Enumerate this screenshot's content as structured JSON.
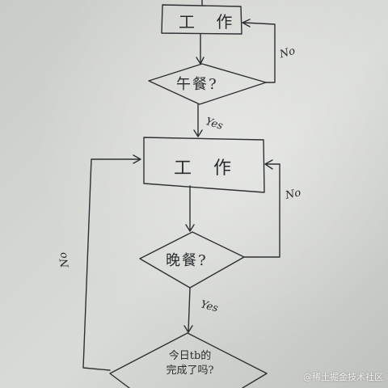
{
  "flowchart": {
    "work1_label": "工 作",
    "lunch_question": "午餐?",
    "lunch_no_label": "No",
    "lunch_yes_label": "Yes",
    "work2_label": "工 作",
    "dinner_question": "晚餐?",
    "dinner_no_label": "No",
    "dinner_yes_label": "Yes",
    "today_line1": "今日tb的",
    "today_line2": "完成了吗?",
    "loop_no_label": "No"
  },
  "watermark": "@稀土掘金技术社区",
  "colors": {
    "ink": "#2e2f32",
    "board": "#d4d6d2"
  }
}
